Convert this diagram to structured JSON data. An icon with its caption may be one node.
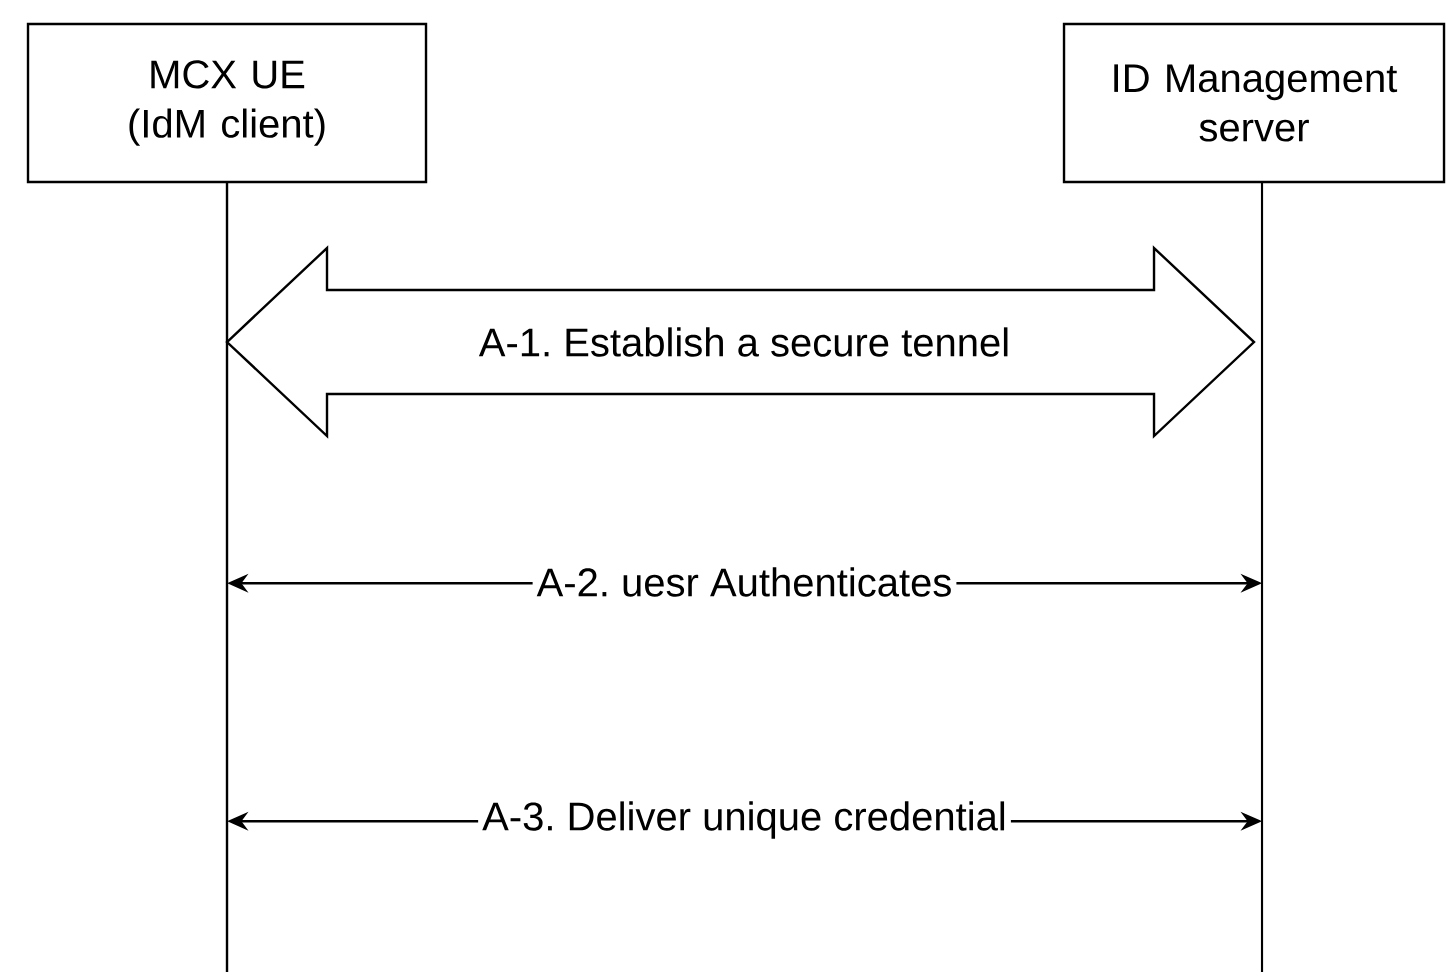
{
  "diagram": {
    "nodes": [
      {
        "text": [
          "MCX UE (IdM client)"
        ]
      },
      {
        "text": [
          "ID Management server"
        ]
      }
    ],
    "edges": [
      {
        "from": 0,
        "to": 1,
        "arrow": "both",
        "label": "A-1. Establish a secure tennel",
        "style": "thick"
      },
      {
        "from": 0,
        "to": 1,
        "arrow": "both",
        "label": "A-2. uesr Authenticates"
      },
      {
        "from": 0,
        "to": 1,
        "arrow": "both",
        "label": "A-3. Deliver unique credential"
      }
    ]
  }
}
